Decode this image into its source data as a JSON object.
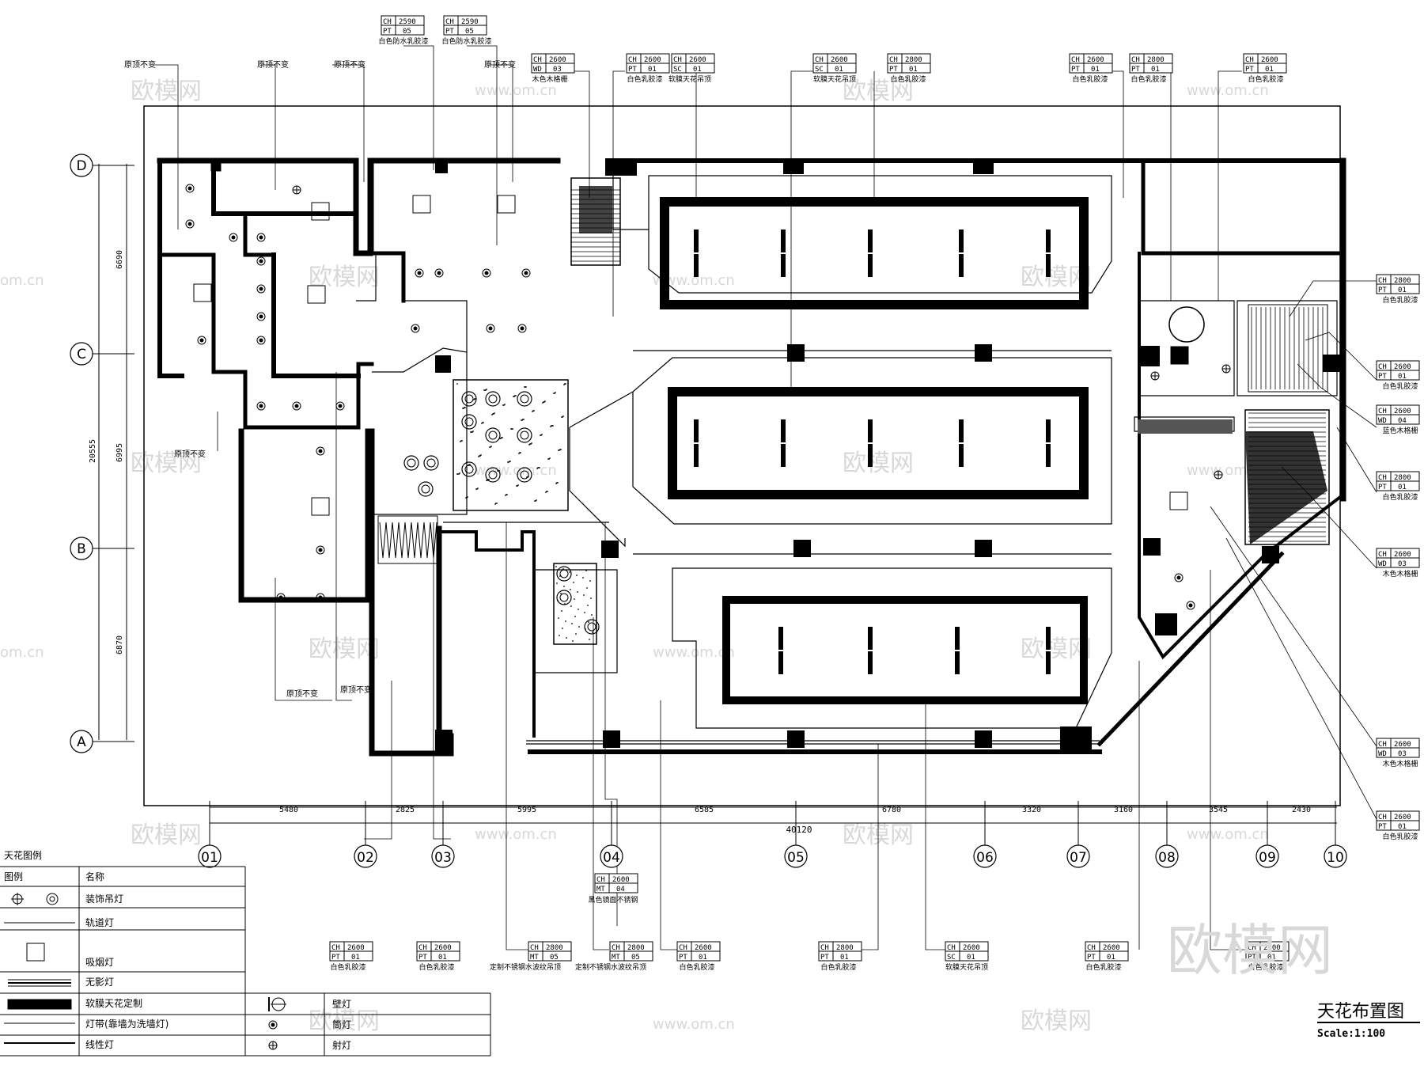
{
  "drawing": {
    "title": "天花布置图",
    "scale": "Scale:1:100"
  },
  "watermark": {
    "logo": "欧模网",
    "url": "www.om.cn",
    "domain": "om.cn"
  },
  "axes": {
    "columns": [
      "01",
      "02",
      "03",
      "04",
      "05",
      "06",
      "07",
      "08",
      "09",
      "10"
    ],
    "rows": [
      "D",
      "C",
      "B",
      "A"
    ]
  },
  "dimensions": {
    "horizontal": [
      "5480",
      "2825",
      "5995",
      "6585",
      "6780",
      "3320",
      "3160",
      "3545",
      "2430"
    ],
    "overall": "40120",
    "vertical": [
      "6690",
      "6995",
      "6870"
    ],
    "vertical_total": "20555"
  },
  "notes": {
    "keep_ceiling": "原顶不变"
  },
  "tags_top": [
    {
      "ch": "CH",
      "h": "2590",
      "code": "PT",
      "n": "05",
      "label": "白色防水乳胶漆"
    },
    {
      "ch": "CH",
      "h": "2590",
      "code": "PT",
      "n": "05",
      "label": "白色防水乳胶漆"
    },
    {
      "ch": "CH",
      "h": "2600",
      "code": "WD",
      "n": "03",
      "label": "木色木格栅"
    },
    {
      "ch": "CH",
      "h": "2600",
      "code": "PT",
      "n": "01",
      "label": "白色乳胶漆"
    },
    {
      "ch": "CH",
      "h": "2600",
      "code": "SC",
      "n": "01",
      "label": "软膜天花吊顶"
    },
    {
      "ch": "CH",
      "h": "2600",
      "code": "SC",
      "n": "01",
      "label": "软膜天花吊顶"
    },
    {
      "ch": "CH",
      "h": "2800",
      "code": "PT",
      "n": "01",
      "label": "白色乳胶漆"
    },
    {
      "ch": "CH",
      "h": "2600",
      "code": "PT",
      "n": "01",
      "label": "白色乳胶漆"
    },
    {
      "ch": "CH",
      "h": "2800",
      "code": "PT",
      "n": "01",
      "label": "白色乳胶漆"
    },
    {
      "ch": "CH",
      "h": "2600",
      "code": "PT",
      "n": "01",
      "label": "白色乳胶漆"
    }
  ],
  "tags_right": [
    {
      "ch": "CH",
      "h": "2800",
      "code": "PT",
      "n": "01",
      "label": "白色乳胶漆"
    },
    {
      "ch": "CH",
      "h": "2600",
      "code": "PT",
      "n": "01",
      "label": "白色乳胶漆"
    },
    {
      "ch": "CH",
      "h": "2600",
      "code": "WD",
      "n": "04",
      "label": "蓝色木格栅"
    },
    {
      "ch": "CH",
      "h": "2800",
      "code": "PT",
      "n": "01",
      "label": "白色乳胶漆"
    },
    {
      "ch": "CH",
      "h": "2600",
      "code": "WD",
      "n": "03",
      "label": "木色木格栅"
    },
    {
      "ch": "CH",
      "h": "2600",
      "code": "WD",
      "n": "03",
      "label": "木色木格栅"
    },
    {
      "ch": "CH",
      "h": "2600",
      "code": "PT",
      "n": "01",
      "label": "白色乳胶漆"
    }
  ],
  "tag_mid": {
    "ch": "CH",
    "h": "2600",
    "code": "MT",
    "n": "04",
    "label": "黑色镜面不锈钢"
  },
  "tags_bottom": [
    {
      "ch": "CH",
      "h": "2600",
      "code": "PT",
      "n": "01",
      "label": "白色乳胶漆"
    },
    {
      "ch": "CH",
      "h": "2600",
      "code": "PT",
      "n": "01",
      "label": "白色乳胶漆"
    },
    {
      "ch": "CH",
      "h": "2800",
      "code": "MT",
      "n": "05",
      "label": "定制不锈钢水波纹吊顶"
    },
    {
      "ch": "CH",
      "h": "2800",
      "code": "MT",
      "n": "05",
      "label": "定制不锈钢水波纹吊顶"
    },
    {
      "ch": "CH",
      "h": "2600",
      "code": "PT",
      "n": "01",
      "label": "白色乳胶漆"
    },
    {
      "ch": "CH",
      "h": "2800",
      "code": "PT",
      "n": "01",
      "label": "白色乳胶漆"
    },
    {
      "ch": "CH",
      "h": "2600",
      "code": "SC",
      "n": "01",
      "label": "软膜天花吊顶"
    },
    {
      "ch": "CH",
      "h": "2600",
      "code": "PT",
      "n": "01",
      "label": "白色乳胶漆"
    },
    {
      "ch": "CH",
      "h": "2800",
      "code": "PT",
      "n": "01",
      "label": "白色乳胶漆"
    }
  ],
  "legend": {
    "title": "天花图例",
    "col_symbol": "图例",
    "col_name": "名称",
    "items": [
      "装饰吊灯",
      "轨道灯",
      "吸烟灯",
      "无影灯",
      "软膜天花定制",
      "灯带(靠墙为洗墙灯)",
      "线性灯"
    ],
    "items_right": [
      "壁灯",
      "筒灯",
      "射灯"
    ]
  }
}
